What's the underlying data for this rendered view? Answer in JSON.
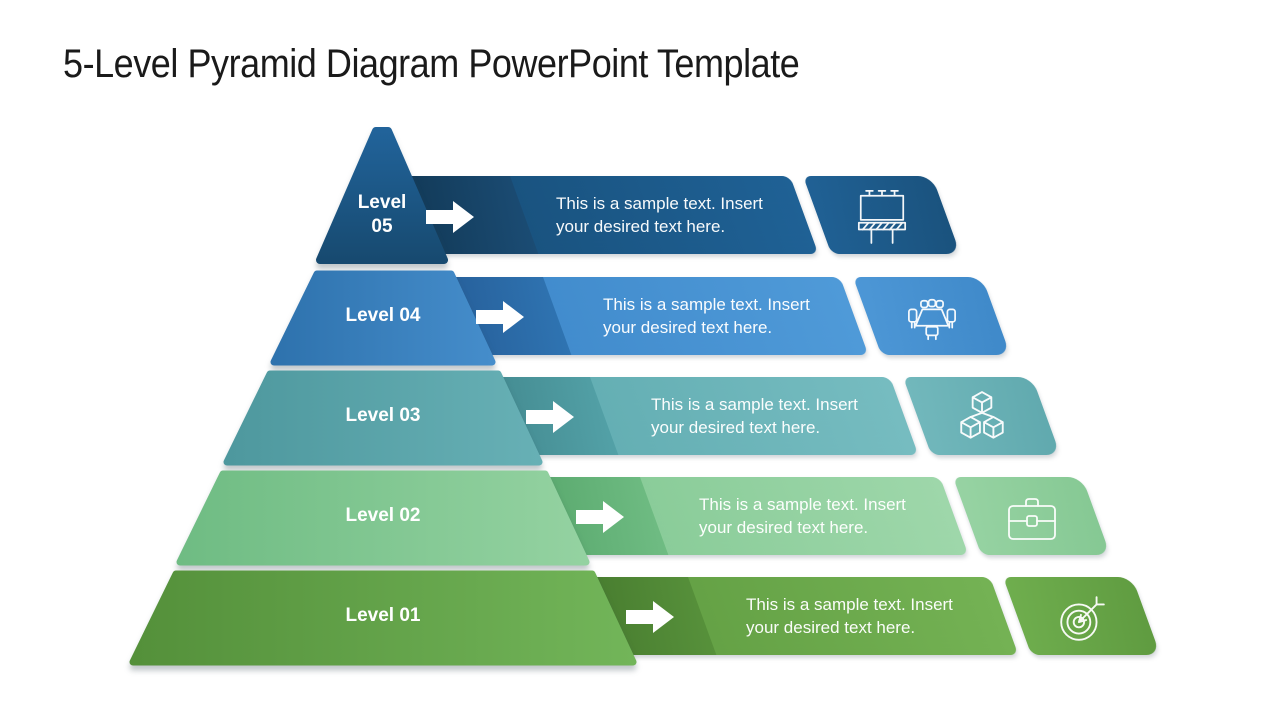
{
  "title": "5-Level Pyramid Diagram PowerPoint Template",
  "levels": [
    {
      "name": "Level 05",
      "label_lines": [
        "Level",
        "05"
      ],
      "desc_line1": "This is a sample text. Insert",
      "desc_line2": "your desired text here.",
      "icon": "billboard-icon",
      "color": "#1d5c8c"
    },
    {
      "name": "Level 04",
      "label_lines": [
        "Level 04"
      ],
      "desc_line1": "This is a sample text. Insert",
      "desc_line2": "your desired text here.",
      "icon": "meeting-icon",
      "color": "#3f88ca"
    },
    {
      "name": "Level 03",
      "label_lines": [
        "Level 03"
      ],
      "desc_line1": "This is a sample text. Insert",
      "desc_line2": "your desired text here.",
      "icon": "cubes-icon",
      "color": "#61acb1"
    },
    {
      "name": "Level 02",
      "label_lines": [
        "Level 02"
      ],
      "desc_line1": "This is a sample text. Insert",
      "desc_line2": "your desired text here.",
      "icon": "briefcase-icon",
      "color": "#8ccd9a"
    },
    {
      "name": "Level 01",
      "label_lines": [
        "Level 01"
      ],
      "desc_line1": "This is a sample text. Insert",
      "desc_line2": "your desired text here.",
      "icon": "target-icon",
      "color": "#64a245"
    }
  ]
}
